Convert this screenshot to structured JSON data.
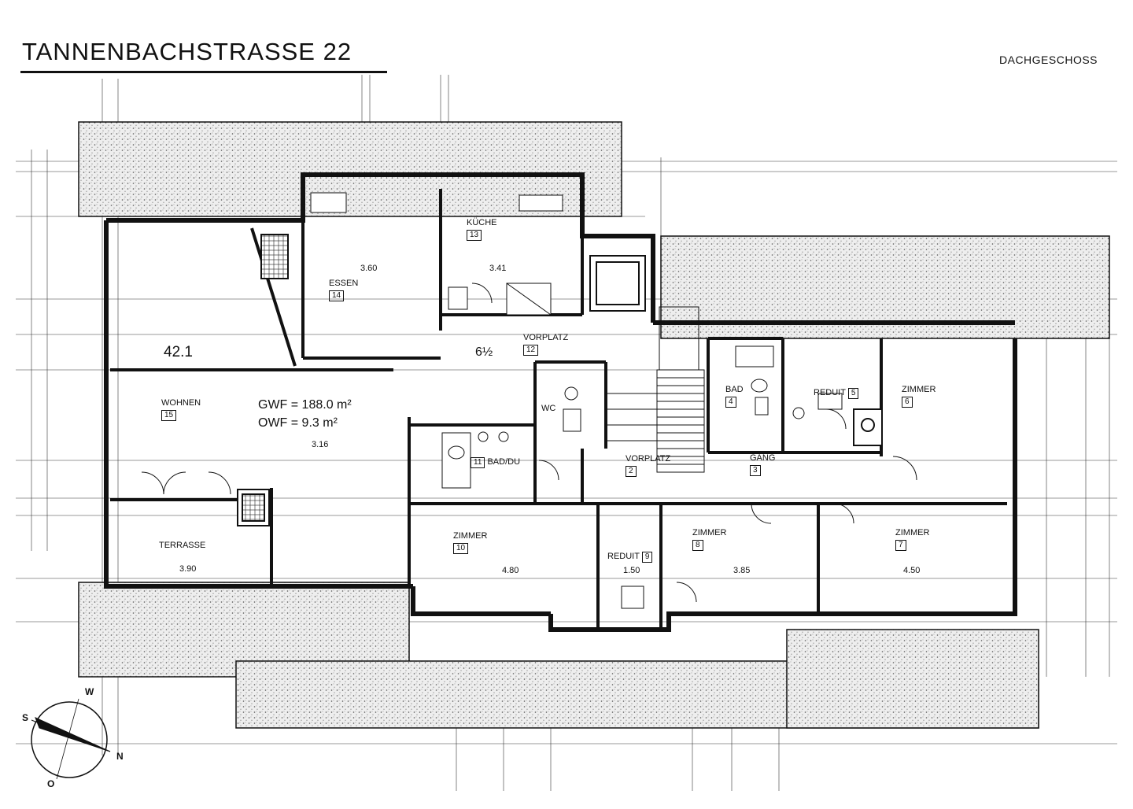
{
  "header": {
    "title": "TANNENBACHSTRASSE   22",
    "floor_label": "DACHGESCHOSS"
  },
  "plan": {
    "room_number_large": "42.1",
    "areas": {
      "gwf": "GWF = 188.0 m²",
      "owf": "OWF =   9.3 m²"
    },
    "rooms": [
      {
        "key": "kueche",
        "name": "KÜCHE",
        "number": "13"
      },
      {
        "key": "essen",
        "name": "ESSEN",
        "number": "14"
      },
      {
        "key": "wohnen",
        "name": "WOHNEN",
        "number": "15"
      },
      {
        "key": "vorplatz1",
        "name": "VORPLATZ",
        "number": "12"
      },
      {
        "key": "wc",
        "name": "WC",
        "number": ""
      },
      {
        "key": "baddu",
        "name": "BAD/DU",
        "number": "11"
      },
      {
        "key": "vorplatz2",
        "name": "VORPLATZ",
        "number": "2"
      },
      {
        "key": "bad",
        "name": "BAD",
        "number": "4"
      },
      {
        "key": "reduit1",
        "name": "REDUIT",
        "number": "5"
      },
      {
        "key": "zimmer6",
        "name": "ZIMMER",
        "number": "6"
      },
      {
        "key": "gang",
        "name": "GANG",
        "number": "3"
      },
      {
        "key": "terrasse",
        "name": "TERRASSE",
        "number": ""
      },
      {
        "key": "zimmer10",
        "name": "ZIMMER",
        "number": "10"
      },
      {
        "key": "reduit2",
        "name": "REDUIT",
        "number": "9"
      },
      {
        "key": "zimmer8",
        "name": "ZIMMER",
        "number": "8"
      },
      {
        "key": "zimmer7",
        "name": "ZIMMER",
        "number": "7"
      }
    ],
    "stair_marker": "6½",
    "dimensions": {
      "terrace_width": "3.90",
      "z10_width": "4.80",
      "z8_width": "3.85",
      "z7_width": "4.50",
      "wohnen_depth": "3.16",
      "essen_width": "3.60",
      "kueche_depth": "3.41",
      "reduit2_width": "1.50"
    },
    "compass": {
      "n": "N",
      "s": "S",
      "w": "W",
      "o": "O"
    }
  }
}
